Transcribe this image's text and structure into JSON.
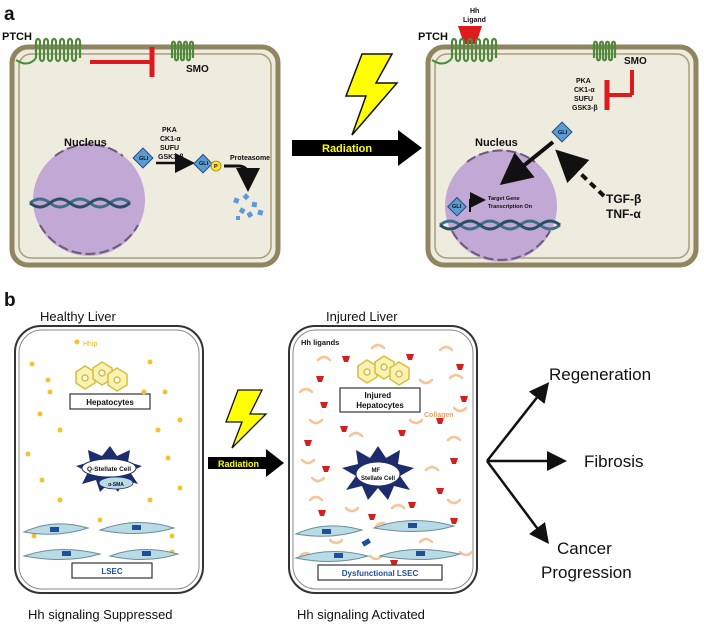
{
  "panel_a": {
    "letter": "a",
    "left_cell": {
      "ptch_label": "PTCH",
      "smo_label": "SMO",
      "nucleus_label": "Nucleus",
      "kinase_lines": [
        "PKA",
        "CK1-α",
        "SUFU",
        "GSK3-β"
      ],
      "gli_label": "GLI",
      "p_label": "P",
      "proteasome_label": "Proteasome"
    },
    "arrow_label": "Radiation",
    "right_cell": {
      "ligand_lines": [
        "Hh",
        "Ligand"
      ],
      "ptch_label": "PTCH",
      "smo_label": "SMO",
      "kinase_lines": [
        "PKA",
        "CK1-α",
        "SUFU",
        "GSK3-β"
      ],
      "nucleus_label": "Nucleus",
      "gli_label": "GLI",
      "target_lines": [
        "Target Gene",
        "Transcription On"
      ],
      "cytokine_lines": [
        "TGF-β",
        "TNF-α"
      ]
    }
  },
  "panel_b": {
    "letter": "b",
    "healthy": {
      "title": "Healthy Liver",
      "hhip_label": "Hhip",
      "hepatocytes_label": "Hepatocytes",
      "stellate_label": "Q-Stellate Cell",
      "asma_label": "α-SMA",
      "lsec_label": "LSEC",
      "caption": "Hh signaling Suppressed"
    },
    "arrow_label": "Radiation",
    "injured": {
      "title": "Injured Liver",
      "ligands_label": "Hh ligands",
      "hepatocytes_lines": [
        "Injured",
        "Hepatocytes"
      ],
      "collagen_label": "Collagen",
      "stellate_lines": [
        "MF",
        "Stellate Cell"
      ],
      "lsec_label": "Dysfunctional LSEC",
      "caption": "Hh signaling Activated"
    },
    "outcomes": [
      "Regeneration",
      "Fibrosis",
      "Cancer",
      "Progression"
    ]
  },
  "colors": {
    "cell_border": "#8f8560",
    "cytoplasm": "#eeebdf",
    "receptor": "#4f8a3b",
    "inhibitor": "#e0191e",
    "nucleus": "#c2a8d4",
    "gli_blue": "#5b9bd5",
    "bolt": "#ffff00",
    "collagen": "#f5c49b",
    "ligand_red": "#d21f1f",
    "stellate_navy": "#1c2c6c",
    "lsec_fill": "#b8dbe6",
    "dot_yellow": "#f2c32b"
  }
}
